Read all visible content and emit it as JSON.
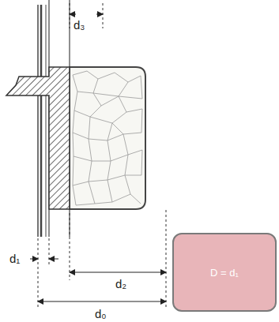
{
  "diagram": {
    "nodes": [
      {
        "text": [
          "D = d₁"
        ]
      }
    ],
    "labels": [
      "d₃",
      "d₁",
      "d₂",
      "d₀"
    ]
  }
}
